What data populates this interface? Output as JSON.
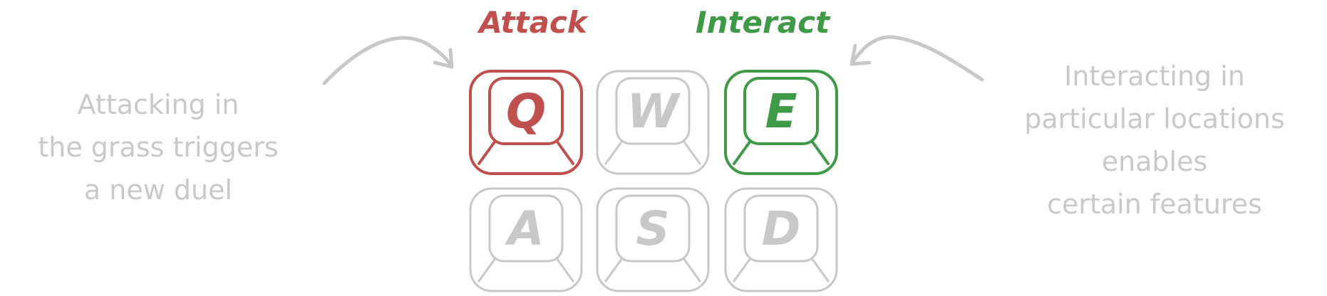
{
  "labels": {
    "attack": "Attack",
    "interact": "Interact"
  },
  "notes": {
    "left": [
      "Attacking in",
      "the grass triggers",
      "a new duel"
    ],
    "right": [
      "Interacting in",
      "particular locations",
      "enables",
      "certain features"
    ]
  },
  "keys": [
    {
      "letter": "Q",
      "state": "attack",
      "color": "#c0504d"
    },
    {
      "letter": "W",
      "state": "inactive",
      "color": "#c8c8c8"
    },
    {
      "letter": "E",
      "state": "interact",
      "color": "#3f9a48"
    },
    {
      "letter": "A",
      "state": "inactive",
      "color": "#c8c8c8"
    },
    {
      "letter": "S",
      "state": "inactive",
      "color": "#c8c8c8"
    },
    {
      "letter": "D",
      "state": "inactive",
      "color": "#c8c8c8"
    }
  ],
  "colors": {
    "attack": "#c0504d",
    "interact": "#3f9a48",
    "inactive": "#c8c8c8",
    "note_text": "#c9c9c9",
    "arrow": "#c8c8c8"
  },
  "icons": {
    "left_arrow": "curved-arrow-right-icon",
    "right_arrow": "curved-arrow-left-icon"
  }
}
